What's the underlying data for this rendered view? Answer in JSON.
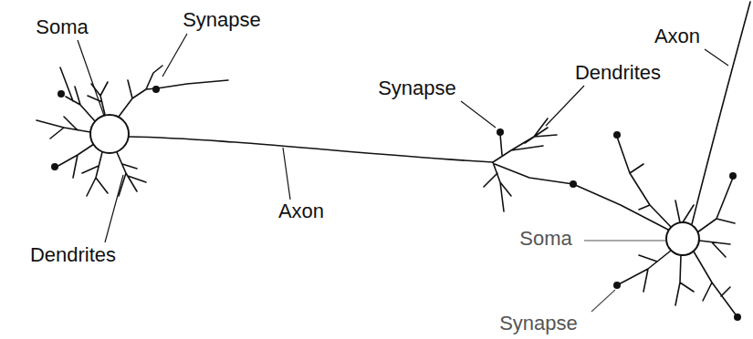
{
  "diagram": {
    "labels": [
      "Soma",
      "Synapse",
      "Axon",
      "Dendrites",
      "Synapse",
      "Axon",
      "Dendrites",
      "Soma",
      "Synapse"
    ]
  }
}
